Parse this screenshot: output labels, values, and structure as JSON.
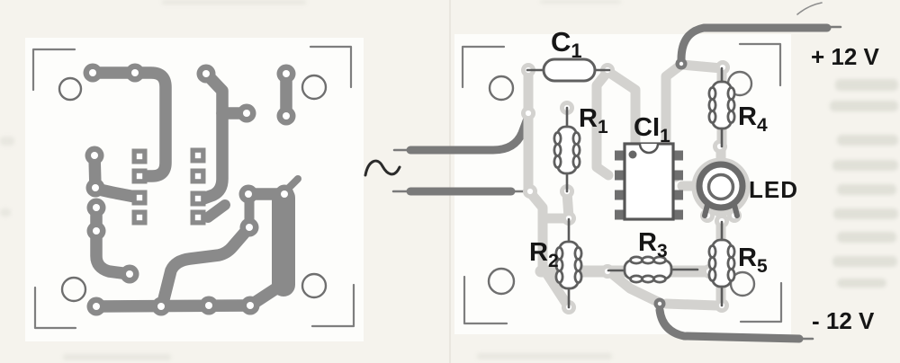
{
  "figure": {
    "left_panel_name": "pcb-copper-trace-layout",
    "right_panel_name": "component-placement-layout",
    "labels": {
      "c1": {
        "main": "C",
        "sub": "1"
      },
      "r1": {
        "main": "R",
        "sub": "1"
      },
      "ci1": {
        "main": "CI",
        "sub": "1"
      },
      "r4": {
        "main": "R",
        "sub": "4"
      },
      "r2": {
        "main": "R",
        "sub": "2"
      },
      "r3": {
        "main": "R",
        "sub": "3"
      },
      "r5": {
        "main": "R",
        "sub": "5"
      },
      "led": "LED"
    },
    "power": {
      "positive": "+ 12 V",
      "negative": "- 12 V"
    },
    "colors": {
      "trace_dark": "#8a8a8a",
      "trace_ghost": "#d3d2cf",
      "component_outline": "#5f5f5f",
      "wire": "#7a7a7a",
      "label_text": "#161616",
      "paper": "#f5f3ed",
      "board_white": "#fdfdfb"
    }
  }
}
